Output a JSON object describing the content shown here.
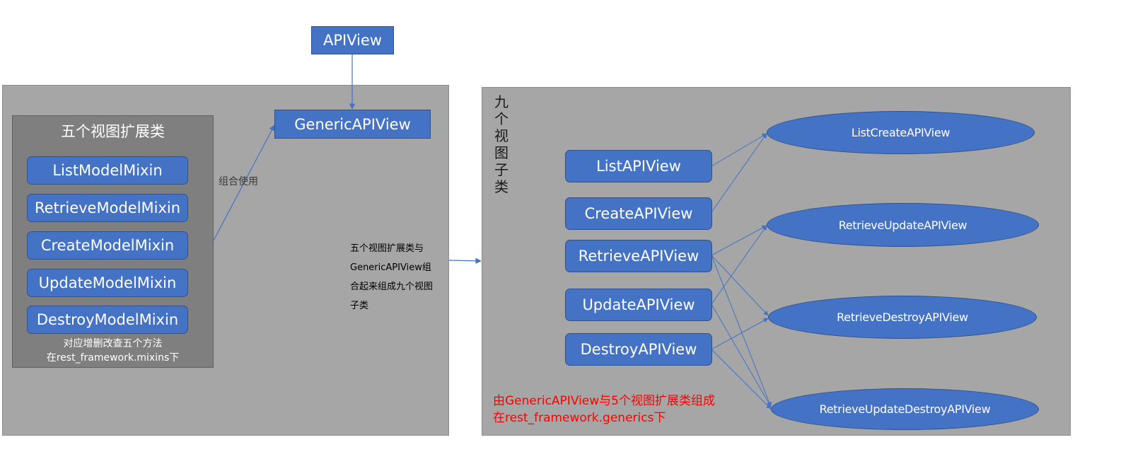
{
  "top_node": {
    "label": "APIView"
  },
  "generic_node": {
    "label": "GenericAPIView"
  },
  "mixins_panel": {
    "title": "五个视图扩展类",
    "items": [
      {
        "label": "ListModelMixin"
      },
      {
        "label": "RetrieveModelMixin"
      },
      {
        "label": "CreateModelMixin"
      },
      {
        "label": "UpdateModelMixin"
      },
      {
        "label": "DestroyModelMixin"
      }
    ],
    "note_line1": "对应增删改查五个方法",
    "note_line2": "在rest_framework.mixins下"
  },
  "combine_label": "组合使用",
  "center_note": {
    "line1": "五个视图扩展类与",
    "line2": "GenericAPIView组",
    "line3": "合起来组成九个视图",
    "line4": "子类"
  },
  "subclasses_panel": {
    "vertical_title": [
      "九",
      "个",
      "视",
      "图",
      "子",
      "类"
    ],
    "basic_views": [
      {
        "label": "ListAPIView"
      },
      {
        "label": "CreateAPIView"
      },
      {
        "label": "RetrieveAPIView"
      },
      {
        "label": "UpdateAPIView"
      },
      {
        "label": "DestroyAPIView"
      }
    ],
    "combined_views": [
      {
        "label": "ListCreateAPIView"
      },
      {
        "label": "RetrieveUpdateAPIView"
      },
      {
        "label": "RetrieveDestroyAPIView"
      },
      {
        "label": "RetrieveUpdateDestroyAPIView"
      }
    ],
    "red_note_line1": "由GenericAPIView与5个视图扩展类组成",
    "red_note_line2": "在rest_framework.generics下"
  },
  "colors": {
    "node_fill": "#4472c4",
    "node_border": "#2f528f",
    "panel_fill": "#a6a6a6",
    "inner_panel_fill": "#7f7f7f",
    "red_note": "#ff0000"
  }
}
